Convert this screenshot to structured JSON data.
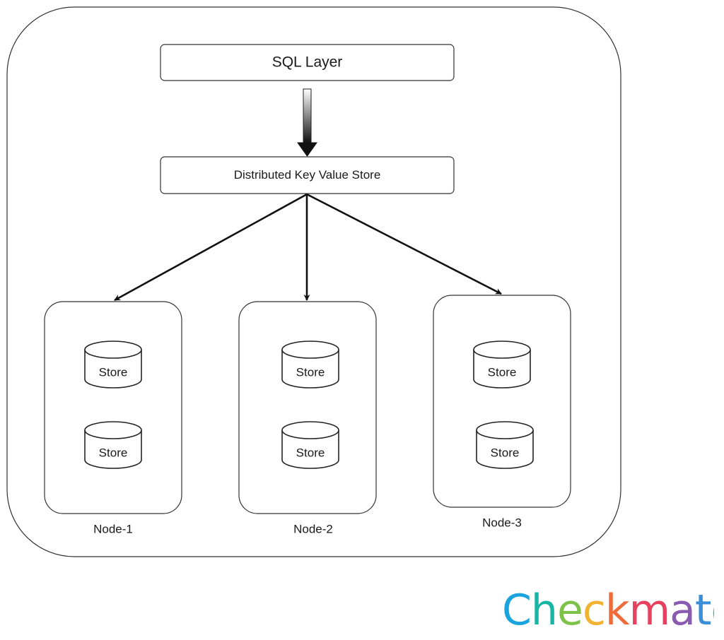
{
  "layers": {
    "sql": "SQL Layer",
    "kv": "Distributed Key Value Store"
  },
  "nodes": [
    {
      "name": "Node-1",
      "stores": [
        "Store",
        "Store"
      ]
    },
    {
      "name": "Node-2",
      "stores": [
        "Store",
        "Store"
      ]
    },
    {
      "name": "Node-3",
      "stores": [
        "Store",
        "Store"
      ]
    }
  ],
  "brand": {
    "logo": "Checkmate",
    "colors": [
      "#1aa3dc",
      "#19b6a5",
      "#7fc24a",
      "#f2b233",
      "#ef6b3a",
      "#e6425f",
      "#8a5bb1",
      "#3b8fd9",
      "#2bbf9b"
    ]
  }
}
